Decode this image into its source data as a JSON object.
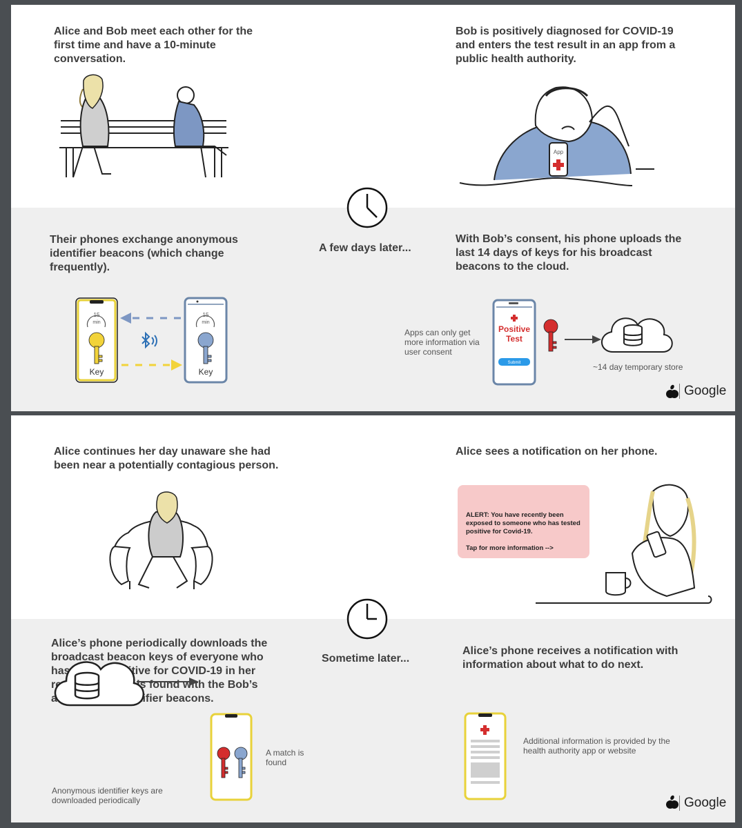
{
  "panel_top": {
    "step1": "Alice and Bob meet each other for the first time and have a 10-minute conversation.",
    "step2": "Bob is positively diagnosed for COVID-19 and enters the test result in an app from a public health authority.",
    "time_label": "A few days later...",
    "step3": "Their phones exchange anonymous identifier beacons (which change frequently).",
    "step4": "With Bob’s consent, his phone uploads the last 14 days of keys for his broadcast beacons to the cloud.",
    "timer_text": "15",
    "timer_unit": "min",
    "key_label": "Key",
    "app_label": "App",
    "consent_note": "Apps can only get more information via user consent",
    "positive_test": "Positive Test",
    "submit_label": "Submit",
    "store_label": "~14 day temporary store",
    "brand": "Google"
  },
  "panel_bottom": {
    "step5": "Alice continues her day unaware she had been near a potentially contagious person.",
    "step6": "Alice sees a notification on her phone.",
    "alert_text": "ALERT:  You have recently been exposed to someone who has tested positive for Covid-19.",
    "alert_tap": "Tap for more information -->",
    "time_label": "Sometime later...",
    "step7": "Alice’s phone periodically downloads the broadcast beacon keys of everyone who has tested positive for COVID-19 in her region. A match is found with the Bob’s anonymous identifier beacons.",
    "step8": "Alice’s phone receives a notification with information about what to do next.",
    "download_note": "Anonymous identifier keys are downloaded periodically",
    "match_note": "A match is found",
    "info_note": "Additional information is provided by the health authority app or website",
    "brand": "Google"
  },
  "colors": {
    "alice_phone": "#e8d23a",
    "bob_phone": "#6b86a8",
    "key_yellow": "#f2d33a",
    "key_blue": "#8aa6cf",
    "key_red": "#d42e2e",
    "alert_bg": "#f7c9c9",
    "band_bg": "#efefef",
    "submit_blue": "#2b9ae8"
  },
  "icons": [
    "clock-icon",
    "bluetooth-icon",
    "key-icon",
    "cloud-database-icon",
    "red-cross-icon",
    "apple-icon"
  ]
}
